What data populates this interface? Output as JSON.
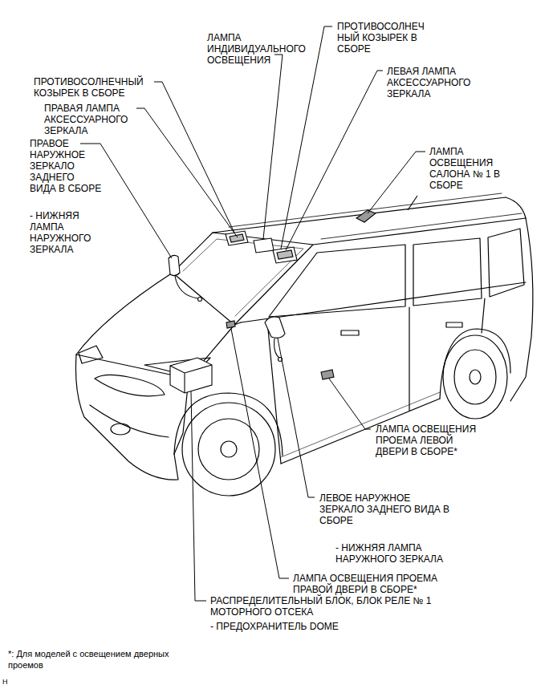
{
  "diagram": {
    "labels": [
      "ЛАМПА ИНДИВИДУАЛЬНОГО ОСВЕЩЕНИЯ",
      "ПРОТИВОСОЛНЕЧ НЫЙ КОЗЫРЕК В СБОРЕ",
      "ЛЕВАЯ ЛАМПА АКСЕССУАРНОГО ЗЕРКАЛА",
      "ПРОТИВОСОЛНЕЧНЫЙ КОЗЫРЕК В СБОРЕ",
      "ПРАВАЯ ЛАМПА АКСЕССУАРНОГО ЗЕРКАЛА",
      "ПРАВОЕ НАРУЖНОЕ ЗЕРКАЛО ЗАДНЕГО ВИДА В СБОРЕ",
      "- НИЖНЯЯ ЛАМПА НАРУЖНОГО ЗЕРКАЛА",
      "ЛАМПА ОСВЕЩЕНИЯ САЛОНА № 1 В СБОРЕ",
      "ЛАМПА ОСВЕЩЕНИЯ ПРОЕМА ЛЕВОЙ ДВЕРИ В СБОРЕ*",
      "ЛЕВОЕ НАРУЖНОЕ ЗЕРКАЛО ЗАДНЕГО ВИДА В СБОРЕ",
      "- НИЖНЯЯ ЛАМПА НАРУЖНОГО ЗЕРКАЛА",
      "ЛАМПА ОСВЕЩЕНИЯ ПРОЕМА ПРАВОЙ ДВЕРИ В СБОРЕ*",
      "РАСПРЕДЕЛИТЕЛЬНЫЙ БЛОК, БЛОК РЕЛЕ № 1 МОТОРНОГО ОТСЕКА",
      "- ПРЕДОХРАНИТЕЛЬ DOME",
      "*: Для моделей с освещением дверных проемов",
      "H"
    ]
  }
}
